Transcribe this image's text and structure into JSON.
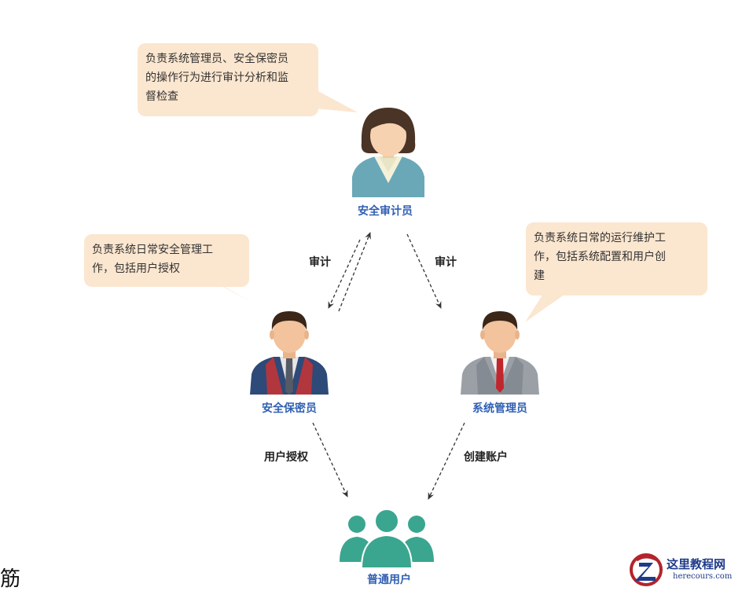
{
  "bubbles": {
    "auditor": "负责系统管理员、安全保密员\n的操作行为进行审计分析和监\n督检查",
    "security": "负责系统日常安全管理工\n作，包括用户授权",
    "sysadmin": "负责系统日常的运行维护工\n作，包括系统配置和用户创\n建"
  },
  "roles": {
    "auditor": "安全审计员",
    "security": "安全保密员",
    "sysadmin": "系统管理员",
    "users": "普通用户"
  },
  "edges": {
    "audit_left": "审计",
    "audit_right": "审计",
    "grant": "用户授权",
    "create": "创建账户"
  },
  "colors": {
    "bubble": "#fbe6cf",
    "role_label": "#2f5fb3",
    "users_icon": "#3aa68f"
  },
  "corner_glyph": "筋",
  "watermark": {
    "title": "这里教程网",
    "url": "herecours.com"
  }
}
